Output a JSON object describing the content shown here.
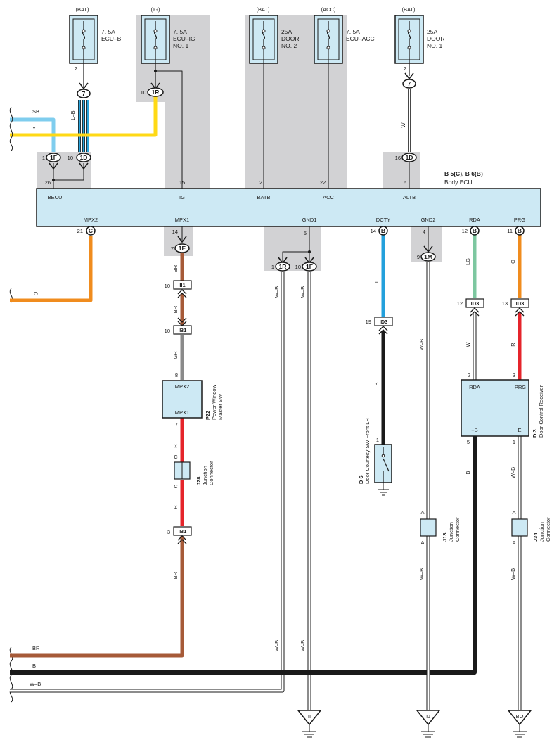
{
  "fuses": [
    {
      "supply": "(BAT)",
      "rating": "7. 5A",
      "name1": "ECU–B",
      "name2": "",
      "pin": "2",
      "conn": "7"
    },
    {
      "supply": "(IG)",
      "rating": "7. 5A",
      "name1": "ECU–IG",
      "name2": "NO. 1",
      "pin": "10",
      "conn": "1R"
    },
    {
      "supply": "(BAT)",
      "rating": "25A",
      "name1": "DOOR",
      "name2": "NO. 2",
      "pin": "",
      "conn": ""
    },
    {
      "supply": "(ACC)",
      "rating": "7. 5A",
      "name1": "ECU–ACC",
      "name2": "",
      "pin": "",
      "conn": ""
    },
    {
      "supply": "(BAT)",
      "rating": "25A",
      "name1": "DOOR",
      "name2": "NO. 1",
      "pin": "2",
      "conn": "7"
    }
  ],
  "ecu": {
    "code": "B 5(C), B 6(B)",
    "name": "Body ECU",
    "top_terminals": [
      {
        "label": "BECU",
        "pin": "26"
      },
      {
        "label": "IG",
        "pin": "15"
      },
      {
        "label": "BATB",
        "pin": "2"
      },
      {
        "label": "ACC",
        "pin": "22"
      },
      {
        "label": "ALTB",
        "pin": "6"
      }
    ],
    "bottom_terminals": [
      {
        "label": "MPX2",
        "pin": "21",
        "conn": "C"
      },
      {
        "label": "MPX1",
        "pin": "14",
        "conn": ""
      },
      {
        "label": "GND1",
        "pin": "5",
        "conn": ""
      },
      {
        "label": "DCTY",
        "pin": "14",
        "conn": "B"
      },
      {
        "label": "GND2",
        "pin": "4",
        "conn": ""
      },
      {
        "label": "RDA",
        "pin": "12",
        "conn": "B"
      },
      {
        "label": "PRG",
        "pin": "11",
        "conn": "B"
      }
    ]
  },
  "top_connectors": {
    "c1f": {
      "pin": "1",
      "id": "1F"
    },
    "c1d": {
      "pin": "10",
      "id": "1D"
    },
    "c1d_altb": {
      "pin": "16",
      "id": "1D"
    },
    "c1e": {
      "pin": "7",
      "id": "1E"
    },
    "c1r": {
      "pin": "1",
      "id": "1R"
    },
    "c1f_b": {
      "pin": "10",
      "id": "1F"
    },
    "c1m": {
      "pin": "9",
      "id": "1M"
    }
  },
  "wire_colors": {
    "sb": "SB",
    "y": "Y",
    "lb": "L–B",
    "w_top": "W",
    "br1": "BR",
    "br2": "BR",
    "gr": "GR",
    "r1": "R",
    "r2": "R",
    "br3": "BR",
    "wb1": "W–B",
    "wb2": "W–B",
    "l": "L",
    "b1": "B",
    "wb3": "W–B",
    "wb4": "W–B",
    "lg": "LG",
    "w_rda": "W",
    "o": "O",
    "r_prg": "R",
    "b_d3": "B",
    "wb5": "W–B",
    "wb6": "W–B",
    "o_left": "O",
    "br_bus": "BR",
    "b_bus": "B",
    "wb_bus": "W–B",
    "wb_g1": "W–B",
    "wb_g2": "W–B"
  },
  "inline_connectors": {
    "ii1": {
      "pin": "10",
      "id": "II1"
    },
    "ib1_top": {
      "pin": "10",
      "id": "IB1"
    },
    "ib1_bot": {
      "pin": "3",
      "id": "IB1"
    },
    "id3_dcty": {
      "pin": "19",
      "id": "ID3"
    },
    "id3_rda": {
      "pin": "12",
      "id": "ID3"
    },
    "id3_prg": {
      "pin": "13",
      "id": "ID3"
    }
  },
  "components": {
    "p22": {
      "code": "P22",
      "name1": "Power Window",
      "name2": "Master SW",
      "t_top": "MPX2",
      "t_bot": "MPX1",
      "pin_top": "8",
      "pin_bot": "7"
    },
    "j28": {
      "code": "J28",
      "name1": "Junction",
      "name2": "Connector",
      "t_top": "C",
      "t_bot": "C"
    },
    "d6": {
      "code": "D 6",
      "name": "Door Courtesy SW Front LH",
      "pin": "1"
    },
    "d3": {
      "code": "D 3",
      "name": "Door Control Receiver",
      "t1": "RDA",
      "t2": "PRG",
      "t3": "+B",
      "t4": "E",
      "p1": "2",
      "p2": "3",
      "p3": "5",
      "p4": "1"
    },
    "j13": {
      "code": "J13",
      "name1": "Junction",
      "name2": "Connector",
      "t_top": "A",
      "t_bot": "A"
    },
    "j34": {
      "code": "J34",
      "name1": "Junction",
      "name2": "Connector",
      "t_top": "A",
      "t_bot": "A"
    }
  },
  "grounds": [
    "II",
    "IJ",
    "BO"
  ],
  "colors": {
    "ecu_fill": "#cde9f4",
    "shade": "#d2d2d4",
    "sb": "#7fcdee",
    "y": "#ffd915",
    "lb": "#2aa4dc",
    "br": "#a65a38",
    "gr": "#8a8a8a",
    "r": "#e5242b",
    "o": "#f08c1e",
    "l": "#23a0dc",
    "lg": "#7dc7a0",
    "b": "#1a1a1a"
  }
}
